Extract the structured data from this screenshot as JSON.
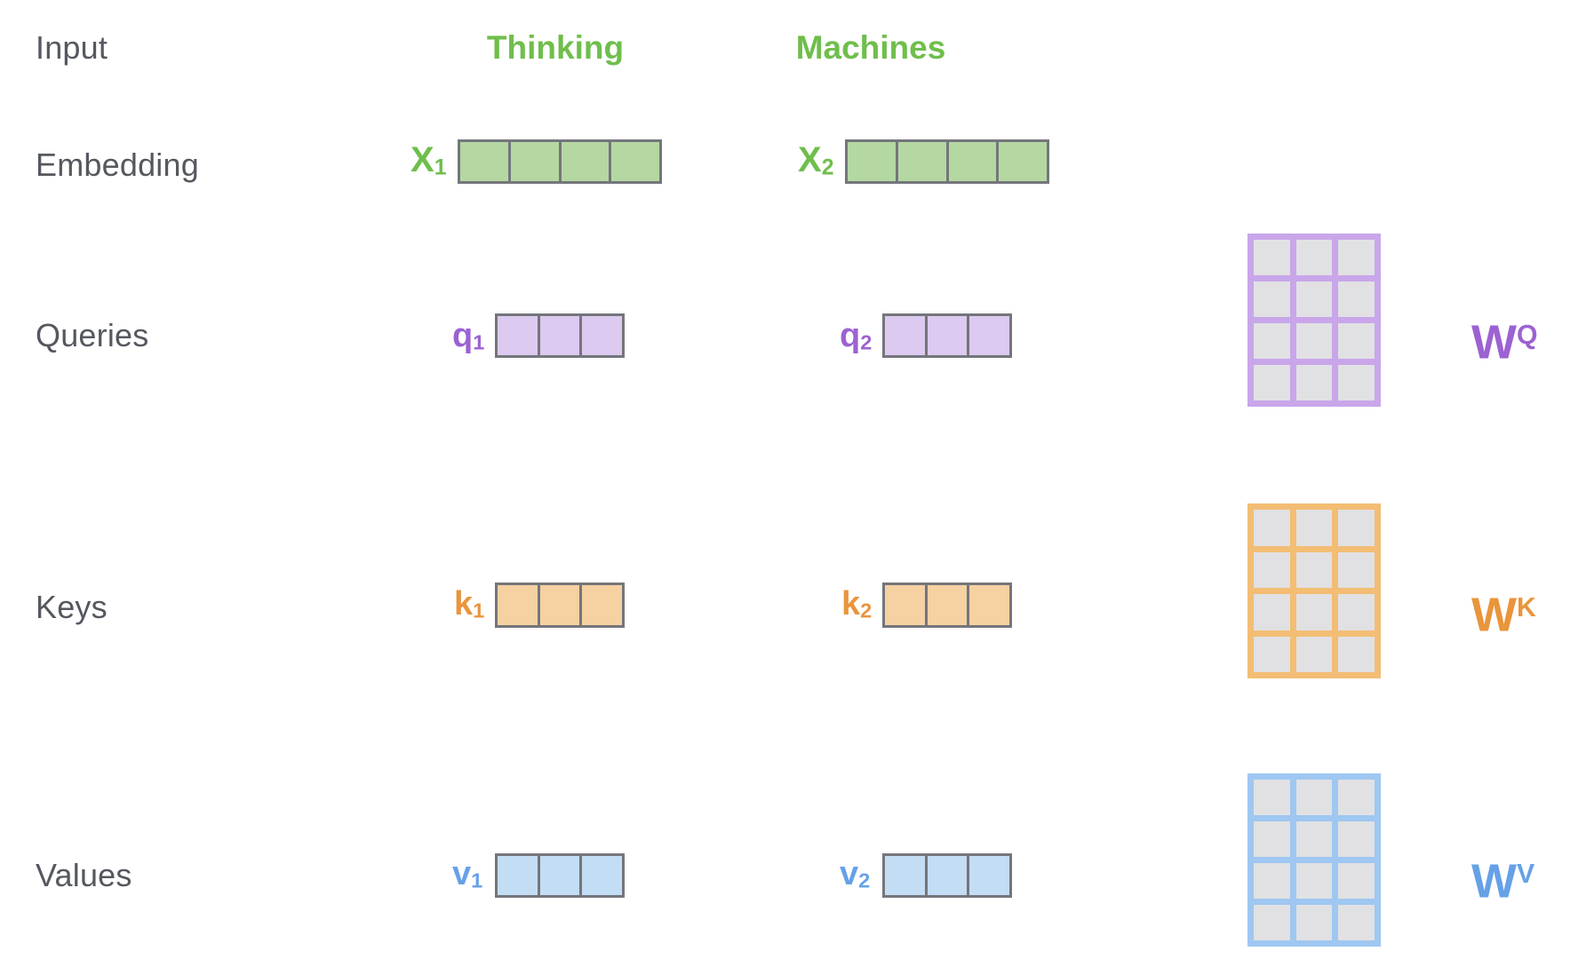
{
  "row_labels": {
    "input": "Input",
    "embedding": "Embedding",
    "queries": "Queries",
    "keys": "Keys",
    "values": "Values"
  },
  "tokens": [
    {
      "label": "Thinking"
    },
    {
      "label": "Machines"
    }
  ],
  "vectors": {
    "x1": {
      "base": "X",
      "sub": "1",
      "cells": 4
    },
    "x2": {
      "base": "X",
      "sub": "2",
      "cells": 4
    },
    "q1": {
      "base": "q",
      "sub": "1",
      "cells": 3
    },
    "q2": {
      "base": "q",
      "sub": "2",
      "cells": 3
    },
    "k1": {
      "base": "k",
      "sub": "1",
      "cells": 3
    },
    "k2": {
      "base": "k",
      "sub": "2",
      "cells": 3
    },
    "v1": {
      "base": "v",
      "sub": "1",
      "cells": 3
    },
    "v2": {
      "base": "v",
      "sub": "2",
      "cells": 3
    }
  },
  "matrices": {
    "wq": {
      "base": "W",
      "sup": "Q",
      "cols": 3,
      "rows": 4
    },
    "wk": {
      "base": "W",
      "sup": "K",
      "cols": 3,
      "rows": 4
    },
    "wv": {
      "base": "W",
      "sup": "V",
      "cols": 3,
      "rows": 4
    }
  },
  "colors": {
    "label_text": "#55585f",
    "green_text": "#6fbe4b",
    "green_fill": "#b5d8a3",
    "purple_text": "#9c62d2",
    "purple_fill": "#dccaf0",
    "purple_grid": "#c9a6ea",
    "orange_text": "#e9953c",
    "orange_fill": "#f6d1a1",
    "orange_grid": "#f3bd74",
    "blue_text": "#66a1e7",
    "blue_fill": "#c3ddf5",
    "blue_grid": "#9fc7f1",
    "vector_border": "#74767b",
    "matrix_cell": "#e1e1e3"
  }
}
